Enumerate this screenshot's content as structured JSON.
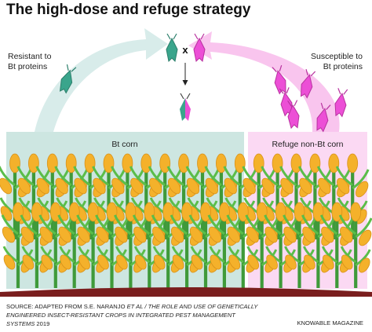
{
  "title": "The high-dose and refuge strategy",
  "labels": {
    "resistant_line1": "Resistant to",
    "resistant_line2": "Bt proteins",
    "susceptible_line1": "Susceptible to",
    "susceptible_line2": "Bt proteins",
    "cross": "x",
    "bt_field": "Bt corn",
    "refuge_field": "Refuge non-Bt corn"
  },
  "colors": {
    "resistant_moth": "#3aa58c",
    "susceptible_moth": "#ec4fd6",
    "bt_field_bg": "#cde6e1",
    "refuge_field_bg": "#fbd9f3",
    "resistant_arrow": "#d8ecea",
    "susceptible_arrow": "#f9c5ee",
    "soil": "#7a1e1e",
    "stalk": "#3f9a3a",
    "leaf": "#5bbd4a",
    "cob": "#f4b12b"
  },
  "icons": {
    "resistant_moth": "moth-icon",
    "susceptible_moth": "moth-icon",
    "offspring_moth": "hybrid-moth-icon",
    "corn_plant": "corn-plant-icon"
  },
  "field": {
    "bt_plant_count": 13,
    "refuge_plant_count": 6
  },
  "source": {
    "prefix": "SOURCE: ADAPTED FROM S.E. NARANJO ",
    "et_al": "ET AL",
    "work": " / THE ROLE AND USE OF GENETICALLY ENGINEERED INSECT-RESISTANT CROPS IN INTEGRATED PEST MANAGEMENT SYSTEMS",
    "year": " 2019"
  },
  "credit": "KNOWABLE MAGAZINE"
}
